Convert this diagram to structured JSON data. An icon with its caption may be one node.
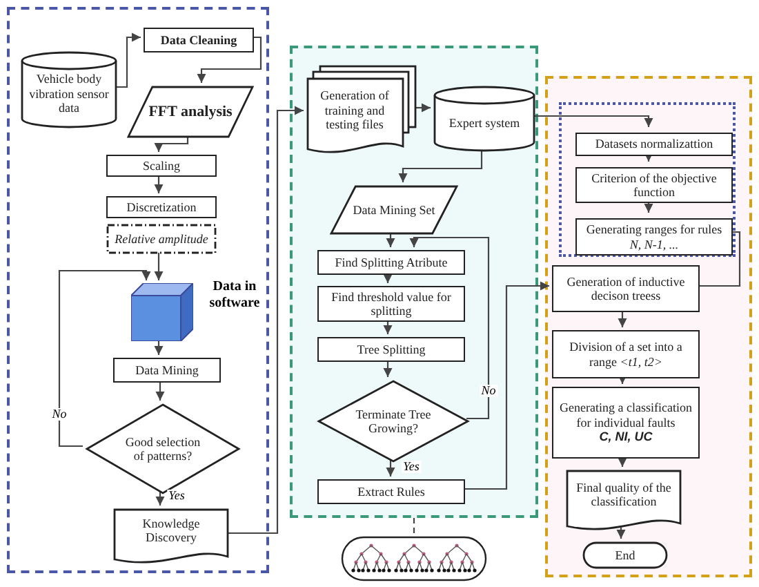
{
  "diagram": {
    "nodes": [
      {
        "text": [],
        "shape": "box"
      },
      {
        "text": [],
        "shape": "box"
      },
      {
        "text": [],
        "shape": "box"
      },
      {
        "text": [],
        "shape": "box",
        "in": 2
      },
      {
        "text": [
          "Vehicle body vibration sensor data"
        ],
        "in": 0
      },
      {
        "text": [
          "Data Cleaning"
        ],
        "in": 0
      },
      {
        "text": [
          "FFT analysis"
        ],
        "in": 0
      },
      {
        "text": [
          "Scaling"
        ],
        "in": 0
      },
      {
        "text": [
          "Discretization"
        ],
        "in": 0
      },
      {
        "text": [
          "Relative amplitude"
        ],
        "in": 0
      },
      {
        "text": [],
        "shape": "cube",
        "in": 0,
        "beside": [
          "Data in software"
        ]
      },
      {
        "text": [
          "Data Mining"
        ],
        "in": 0
      },
      {
        "text": [
          "Good selection of patterns?"
        ],
        "in": 0
      },
      {
        "text": [
          "Knowledge Discovery"
        ],
        "in": 0
      },
      {
        "text": [
          "Generation of training and testing files"
        ],
        "in": 1
      },
      {
        "text": [
          "Expert system"
        ],
        "in": 1
      },
      {
        "text": [
          "Data Mining Set"
        ],
        "in": 1
      },
      {
        "text": [
          "Find Splitting Atribute"
        ],
        "in": 1
      },
      {
        "text": [
          "Find threshold value for splitting"
        ],
        "in": 1
      },
      {
        "text": [
          "Tree Splitting"
        ],
        "in": 1
      },
      {
        "text": [
          "Terminate Tree Growing?"
        ],
        "in": 1
      },
      {
        "text": [
          "Extract Rules"
        ],
        "in": 1
      },
      {
        "text": [],
        "shape": "picture"
      },
      {
        "text": [
          "Datasets normalizattion"
        ],
        "in": 3
      },
      {
        "text": [
          "Criterion of the objective function"
        ],
        "in": 3
      },
      {
        "text": [
          "Generating ranges for rules *N, N-1, ...*"
        ],
        "in": 3
      },
      {
        "text": [
          "Generation of inductive decison treess"
        ],
        "in": 2
      },
      {
        "text": [
          "Division of a set into a range *<t1, t2>*"
        ],
        "in": 2
      },
      {
        "text": [
          "Generating a classification for individual faults",
          "C, NI, UC"
        ],
        "in": 2
      },
      {
        "text": [
          "Final quality of the classification"
        ],
        "in": 2
      },
      {
        "text": [
          "End"
        ],
        "in": 2
      }
    ],
    "edges": [
      {
        "from": 4,
        "to": 5,
        "arrow": "to"
      },
      {
        "from": 5,
        "to": 6,
        "arrow": "to"
      },
      {
        "from": 6,
        "to": 7,
        "arrow": "to"
      },
      {
        "from": 7,
        "to": 8,
        "arrow": "to"
      },
      {
        "from": 9,
        "to": 10,
        "arrow": "to"
      },
      {
        "from": 10,
        "to": 11,
        "arrow": "to"
      },
      {
        "from": 11,
        "to": 12,
        "arrow": "to"
      },
      {
        "from": 12,
        "to": 13,
        "arrow": "to",
        "label": "Yes"
      },
      {
        "from": 12,
        "to": 10,
        "arrow": "to",
        "label": "No"
      },
      {
        "from": 13,
        "to": 14,
        "arrow": "to"
      },
      {
        "from": 14,
        "to": 15,
        "arrow": "to"
      },
      {
        "from": 15,
        "to": 16,
        "arrow": "to"
      },
      {
        "from": 16,
        "to": 17,
        "arrow": "to"
      },
      {
        "from": 17,
        "to": 18,
        "arrow": "to"
      },
      {
        "from": 18,
        "to": 19,
        "arrow": "to"
      },
      {
        "from": 19,
        "to": 20,
        "arrow": "to"
      },
      {
        "from": 20,
        "to": 21,
        "arrow": "to",
        "label": "Yes"
      },
      {
        "from": 20,
        "to": 17,
        "arrow": "to",
        "label": "No"
      },
      {
        "from": 21,
        "to": 26,
        "arrow": "to"
      },
      {
        "from": 15,
        "to": 23,
        "arrow": "to"
      },
      {
        "from": 23,
        "to": 24,
        "arrow": "to"
      },
      {
        "from": 24,
        "to": 25,
        "arrow": "to"
      },
      {
        "from": 25,
        "to": 26,
        "arrow": "none"
      },
      {
        "from": 26,
        "to": 27,
        "arrow": "to"
      },
      {
        "from": 27,
        "to": 28,
        "arrow": "to"
      },
      {
        "from": 28,
        "to": 29,
        "arrow": "to"
      },
      {
        "from": 29,
        "to": 30,
        "arrow": "to"
      },
      {
        "from": 1,
        "to": 22,
        "arrow": "none",
        "style": "dashed"
      }
    ]
  }
}
